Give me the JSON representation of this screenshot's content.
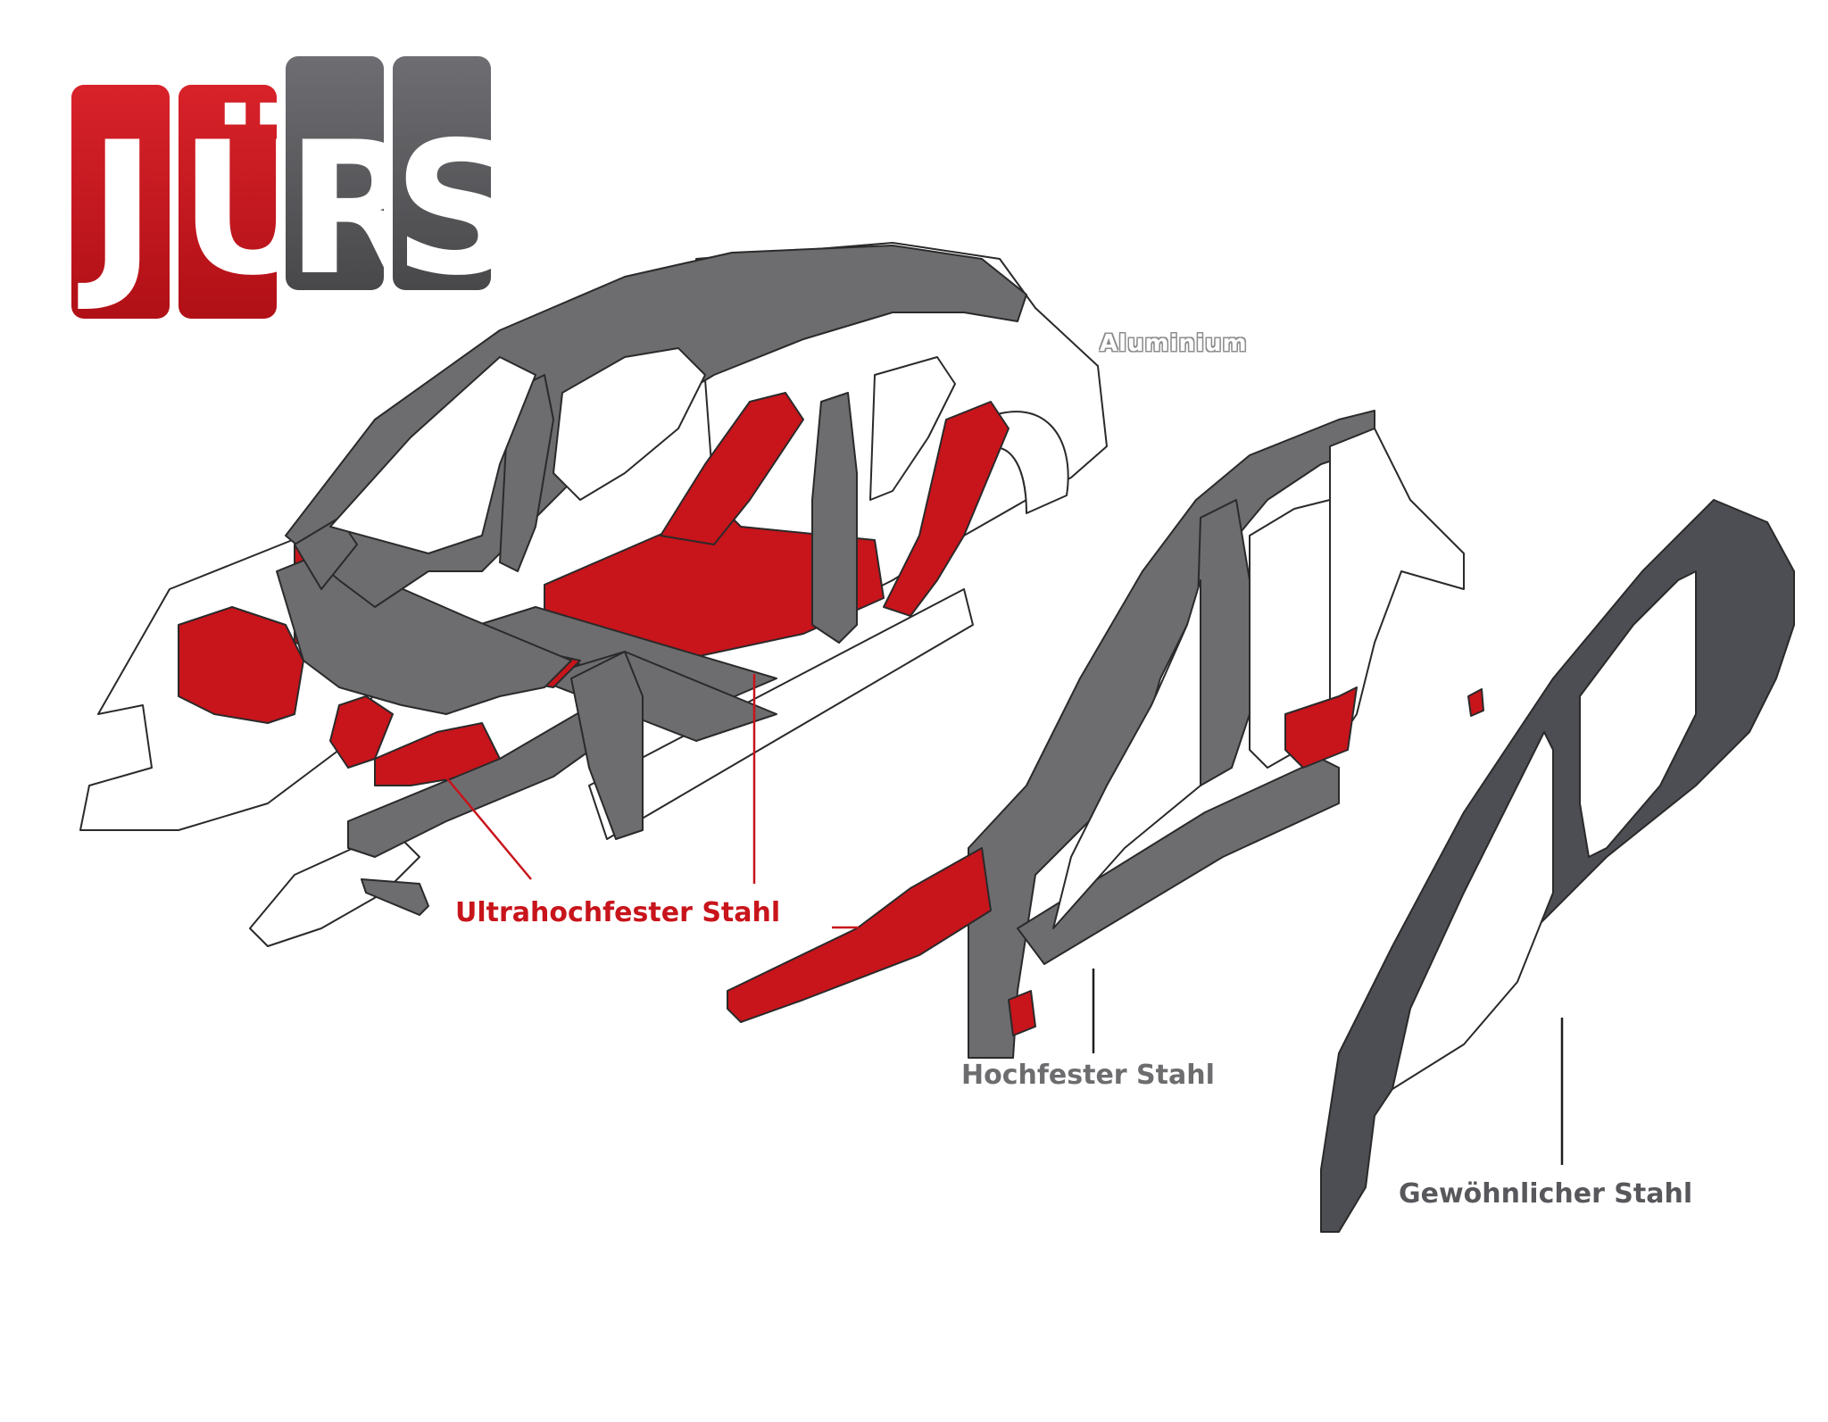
{
  "logo": {
    "letters": [
      "J",
      "Ü",
      "R",
      "S"
    ],
    "colors": {
      "red": "#c8141b",
      "gray": "#58585b"
    }
  },
  "labels": {
    "aluminium": "Aluminium",
    "ultra_high_strength": "Ultrahochfester Stahl",
    "high_strength": "Hochfester Stahl",
    "regular": "Gewöhnlicher Stahl"
  },
  "colors": {
    "ultra_high_strength": "#c8141b",
    "high_strength": "#6d6d70",
    "regular": "#4d4e53",
    "aluminium": "#ffffff",
    "outline": "#2a2a2a"
  },
  "parts": [
    "car-body-structure",
    "inner-side-panel",
    "outer-side-panel"
  ]
}
